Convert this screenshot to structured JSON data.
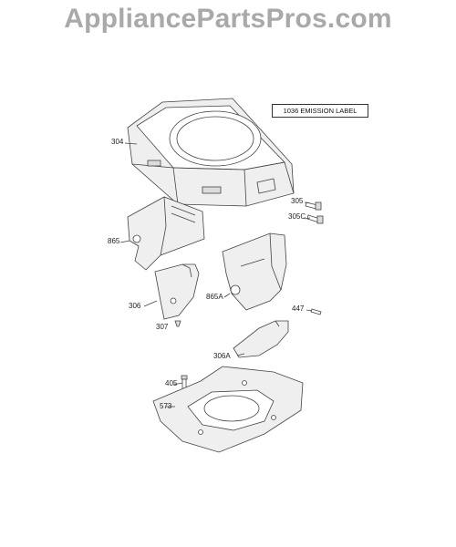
{
  "watermark": "AppliancePartsPros.com",
  "emission_label": "1036 EMISSION LABEL",
  "callouts": {
    "c304": "304",
    "c305": "305",
    "c305c": "305C",
    "c865": "865",
    "c865a": "865A",
    "c306": "306",
    "c306a": "306A",
    "c307": "307",
    "c447": "447",
    "c405": "405",
    "c573": "573"
  }
}
